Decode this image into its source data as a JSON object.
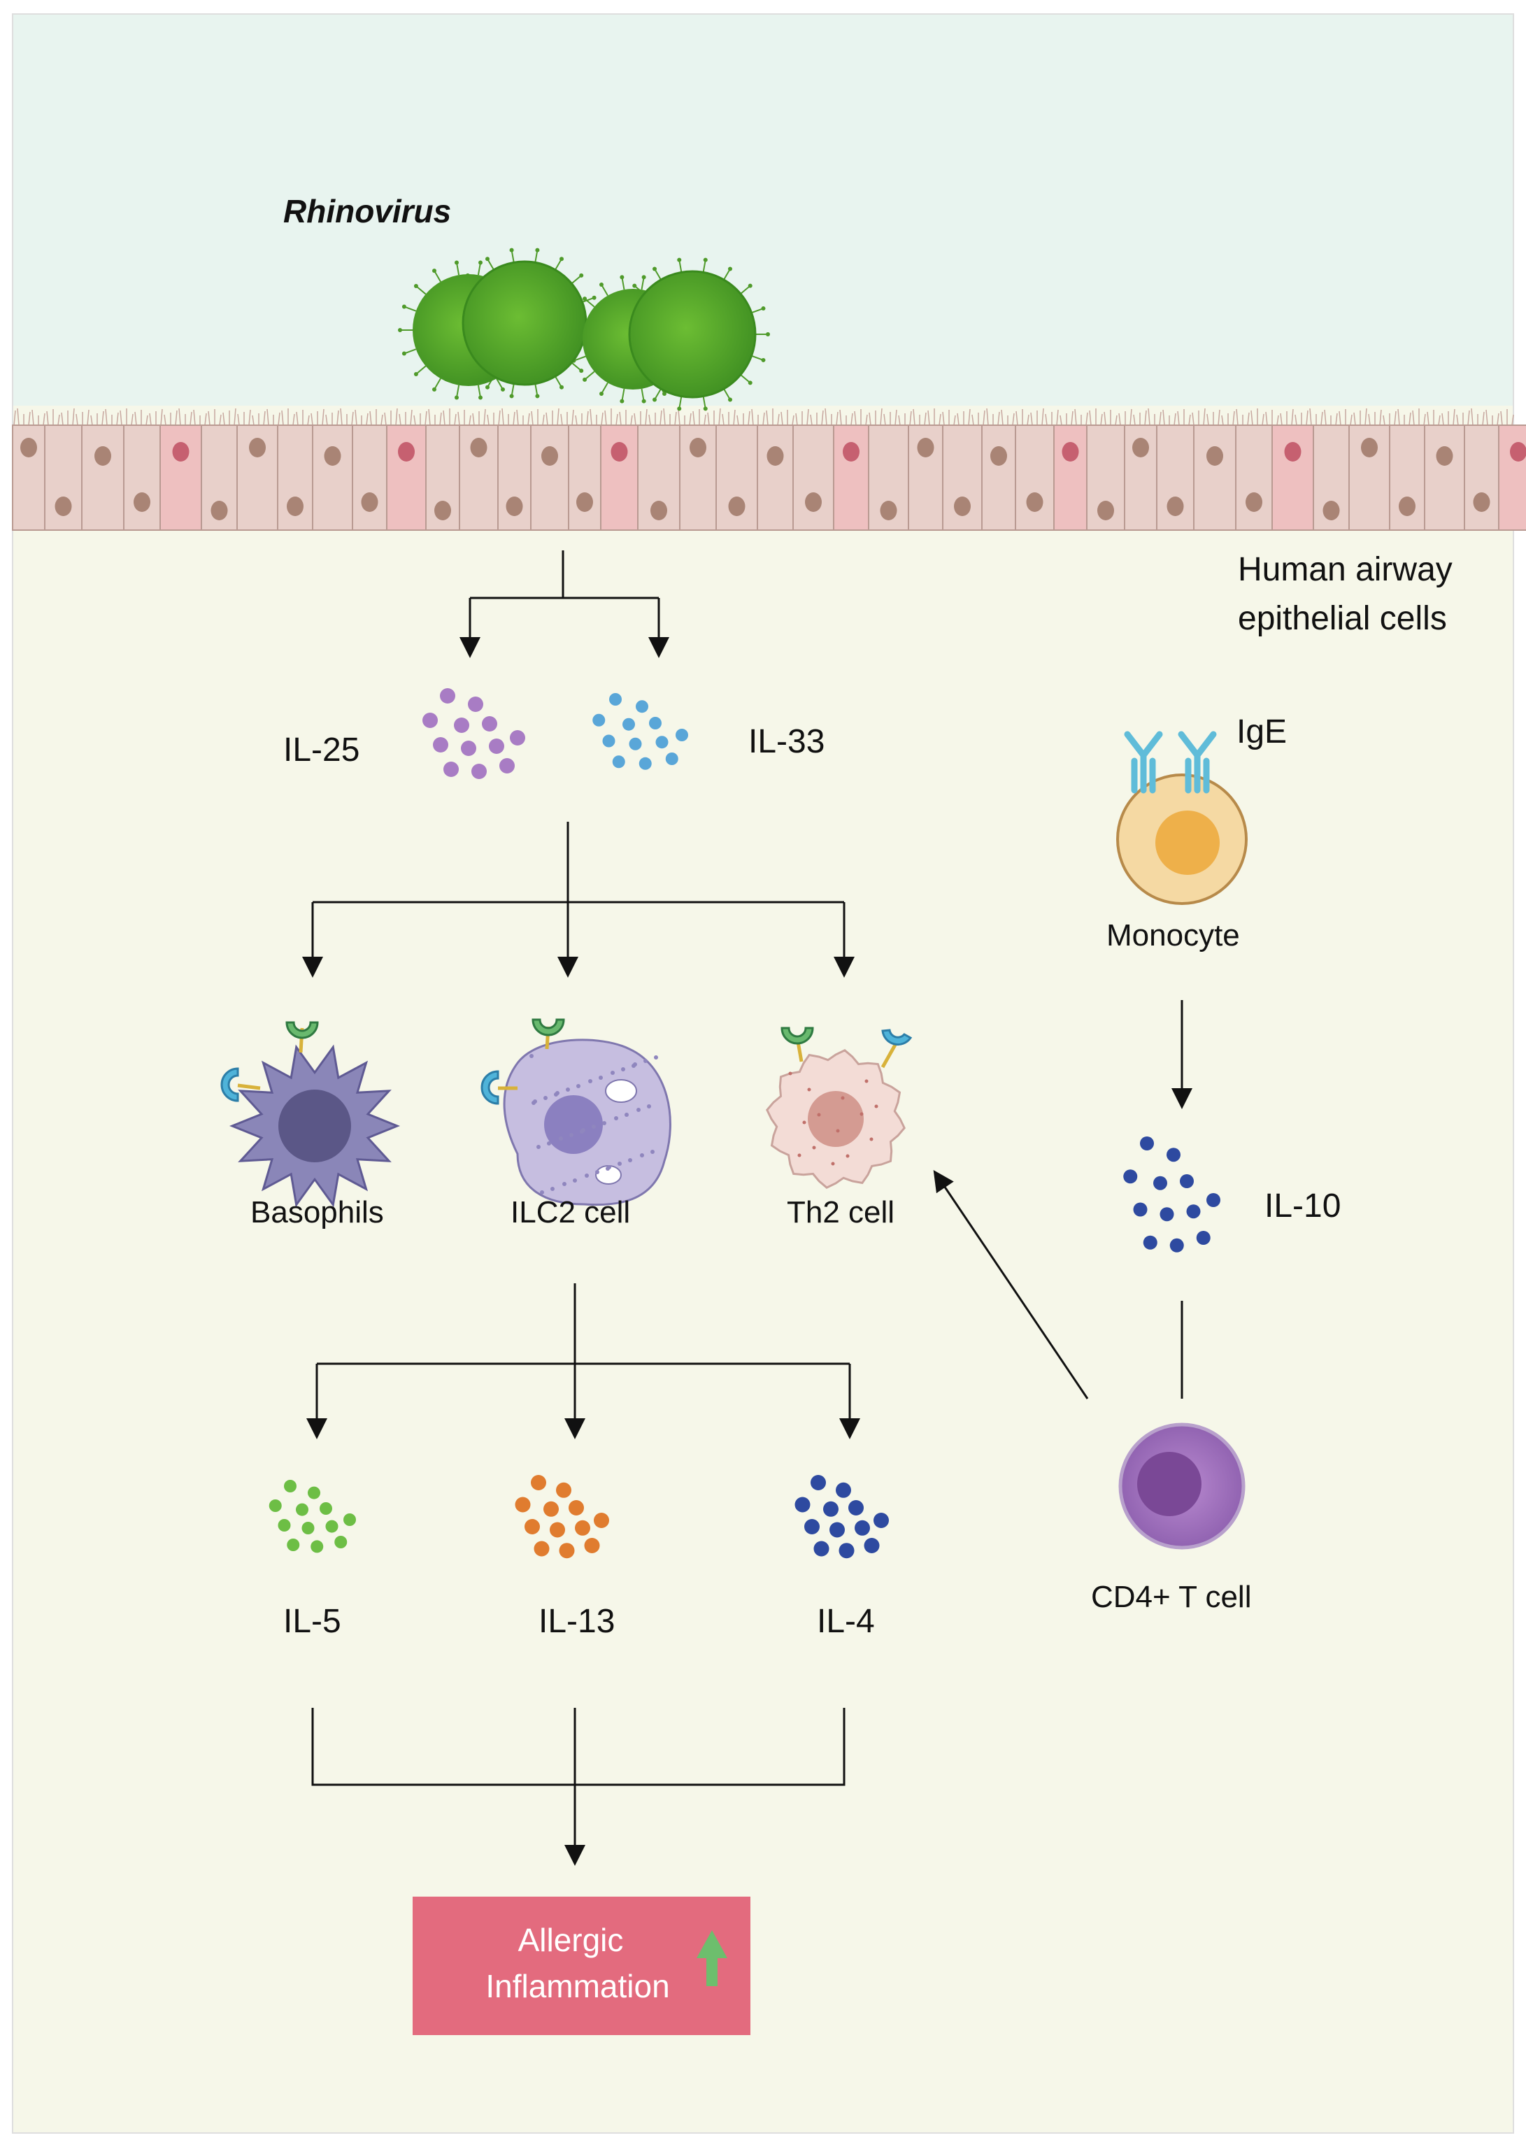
{
  "virus": {
    "label": "Rhinovirus"
  },
  "epithelium": {
    "label_line1": "Human airway",
    "label_line2": "epithelial cells"
  },
  "cytokines_top": {
    "il25": "IL-25",
    "il33": "IL-33"
  },
  "cells": {
    "basophils": "Basophils",
    "ilc2": "ILC2 cell",
    "th2": "Th2 cell",
    "monocyte": "Monocyte",
    "ige": "IgE",
    "cd4": "CD4+ T cell"
  },
  "cytokines_bottom": {
    "il5": "IL-5",
    "il13": "IL-13",
    "il4": "IL-4",
    "il10": "IL-10"
  },
  "outcome": {
    "line1": "Allergic",
    "line2": "Inflammation"
  },
  "colors": {
    "lumen": "#e8f4ef",
    "tissue": "#f6f7e9",
    "virus": "#5aaa2e",
    "il25": "#a87cc4",
    "il33": "#59a6d8",
    "il5": "#6dbe45",
    "il13": "#e07c2f",
    "il4": "#2e4aa0",
    "il10": "#2e4aa0",
    "outcome_box": "#e36b7e",
    "arrow_up": "#6dbe6d"
  },
  "icons": [
    "virus-icon",
    "basophil-icon",
    "ilc2-icon",
    "th2-icon",
    "monocyte-icon",
    "cd4-t-cell-icon",
    "up-arrow-icon"
  ]
}
